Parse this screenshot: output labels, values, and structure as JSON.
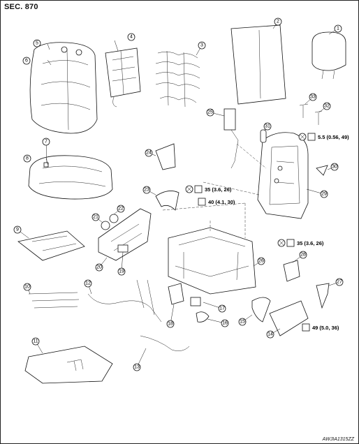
{
  "header": {
    "section": "SEC. 870"
  },
  "footer": {
    "code": "AWJIA1315ZZ"
  },
  "torque": [
    "5.5 (0.56, 49)",
    "35 (3.6, 26)",
    "40 (4.1, 30)",
    "35 (3.6, 26)",
    "49 (5.0, 36)"
  ],
  "callouts": [
    "1",
    "2",
    "3",
    "4",
    "5",
    "6",
    "7",
    "8",
    "9",
    "10",
    "11",
    "12",
    "13",
    "14",
    "15",
    "16",
    "17",
    "18",
    "19",
    "20",
    "21",
    "22",
    "23",
    "24",
    "25",
    "26",
    "27",
    "28",
    "29",
    "30",
    "31",
    "32",
    "33"
  ]
}
